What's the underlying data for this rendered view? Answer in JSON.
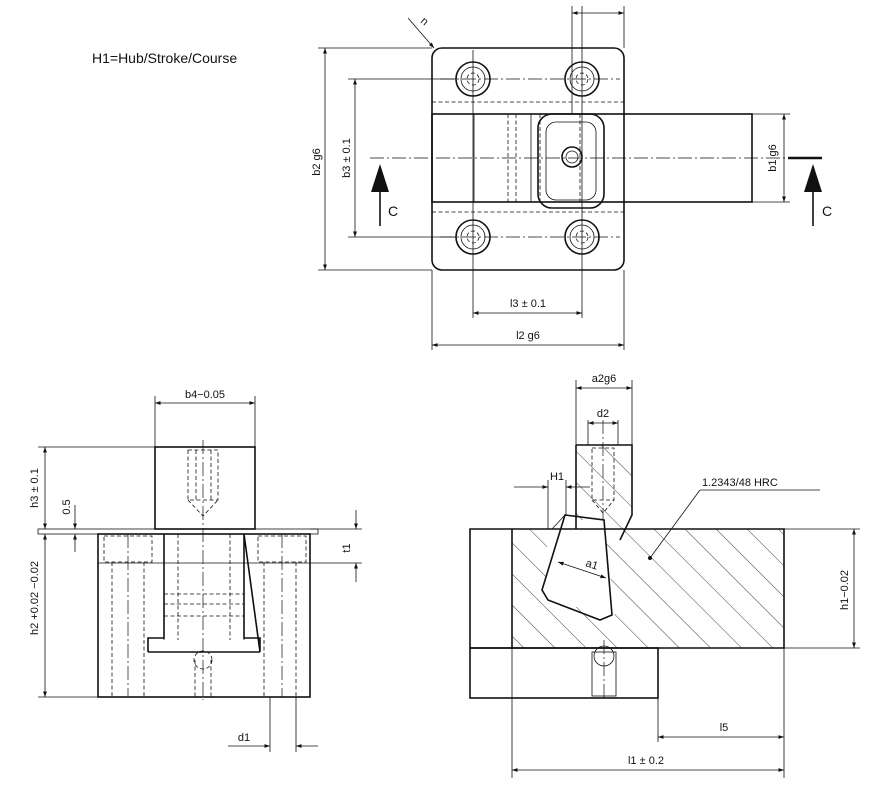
{
  "header": {
    "note": "H1=Hub/Stroke/Course"
  },
  "top_view": {
    "b2": "b2 g6",
    "b3": "b3 ± 0.1",
    "b1": "b1 g6",
    "l3": "l3 ± 0.1",
    "l2": "l2 g6",
    "n": "n",
    "section_left": "C",
    "section_right": "C"
  },
  "side_view": {
    "b4": "b4−0.05",
    "h3": "h3 ± 0.1",
    "gap": "0.5",
    "t1": "t1",
    "h2": "h2 +0.02 −0.02",
    "d1": "d1"
  },
  "section_view": {
    "a2": "a2g6",
    "d2": "d2",
    "H1": "H1",
    "material": "1.2343/48 HRC",
    "a1": "a1",
    "h1": "h1−0.02",
    "l5": "l5",
    "l1": "l1 ± 0.2"
  }
}
